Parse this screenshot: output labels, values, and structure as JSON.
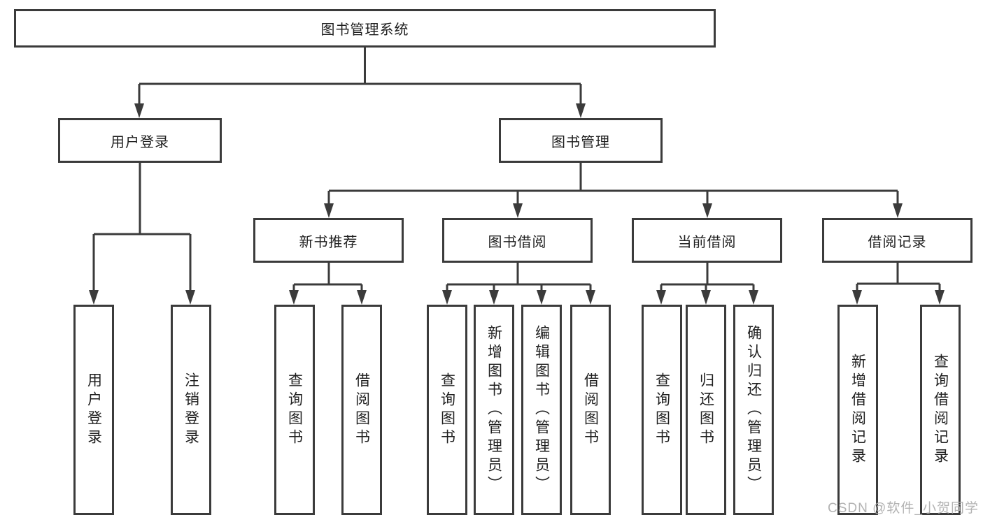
{
  "tree": {
    "root": "图书管理系统",
    "branches": [
      {
        "label": "用户登录",
        "children": [
          "用户登录",
          "注销登录"
        ]
      },
      {
        "label": "图书管理",
        "children": [
          {
            "label": "新书推荐",
            "children": [
              "查询图书",
              "借阅图书"
            ]
          },
          {
            "label": "图书借阅",
            "children": [
              "查询图书",
              "新增图书（管理员）",
              "编辑图书（管理员）",
              "借阅图书"
            ]
          },
          {
            "label": "当前借阅",
            "children": [
              "查询图书",
              "归还图书",
              "确认归还（管理员）"
            ]
          },
          {
            "label": "借阅记录",
            "children": [
              "新增借阅记录",
              "查询借阅记录"
            ]
          }
        ]
      }
    ]
  },
  "watermark": "CSDN @软件_小贺同学",
  "colors": {
    "line": "#3b3b3b",
    "box_background": "#ffffff",
    "text": "#1f1f1f",
    "watermark": "#afafaf",
    "background": "#ffffff"
  }
}
